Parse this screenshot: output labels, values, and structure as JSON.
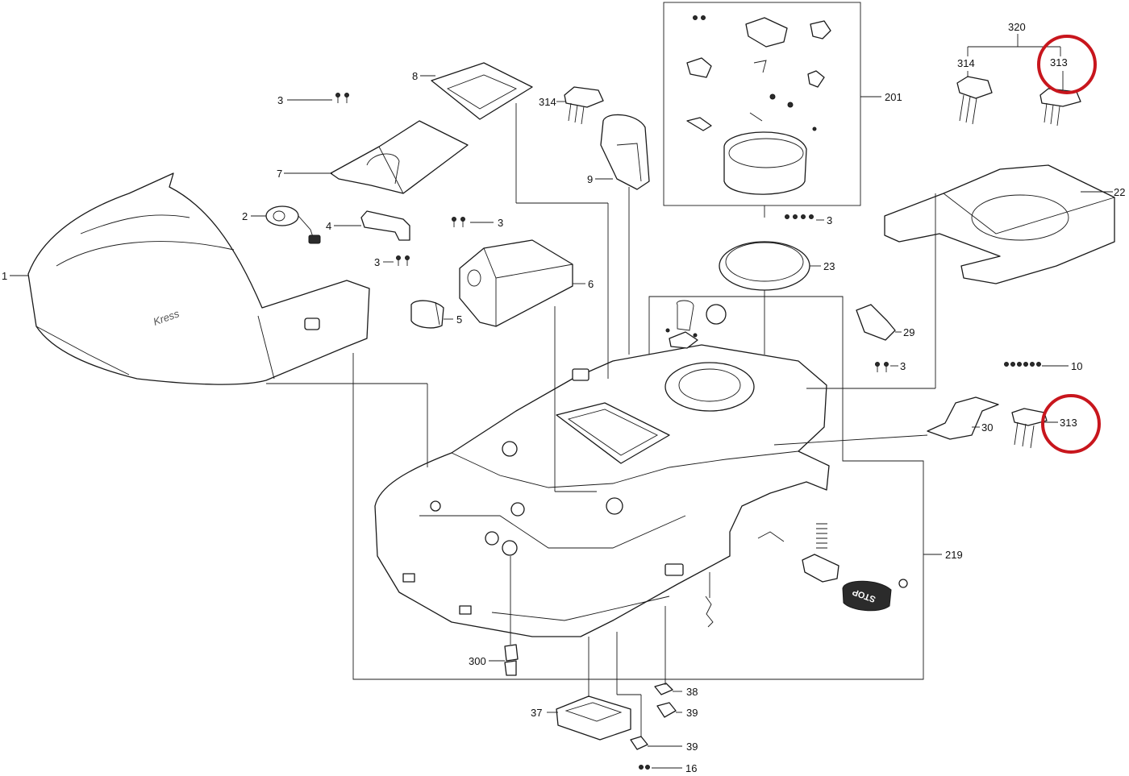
{
  "diagram": {
    "callouts": {
      "c1": "1",
      "c2": "2",
      "c3a": "3",
      "c3b": "3",
      "c3c": "3",
      "c3d": "3",
      "c3e": "3",
      "c4": "4",
      "c5": "5",
      "c6": "6",
      "c7": "7",
      "c8": "8",
      "c9": "9",
      "c10": "10",
      "c16": "16",
      "c22": "22",
      "c23": "23",
      "c29": "29",
      "c30": "30",
      "c37": "37",
      "c38": "38",
      "c39a": "39",
      "c39b": "39",
      "c201": "201",
      "c219": "219",
      "c300": "300",
      "c313a": "313",
      "c313b": "313",
      "c314a": "314",
      "c314b": "314",
      "c320": "320"
    },
    "brand_logo": "Kress",
    "stop_button_text": "STOP",
    "highlight_color": "#c8161d"
  }
}
